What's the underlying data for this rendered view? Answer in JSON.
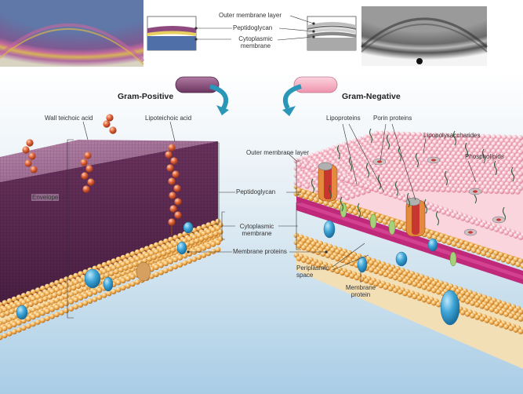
{
  "legend": {
    "outer_membrane_layer": "Outer membrane layer",
    "peptidoglycan": "Peptidoglycan",
    "cytoplasmic_membrane_l1": "Cytoplasmic",
    "cytoplasmic_membrane_l2": "membrane"
  },
  "gram_positive": {
    "title": "Gram-Positive",
    "wall_teichoic_acid": "Wall teichoic acid",
    "lipoteichoic_acid": "Lipoteichoic acid",
    "envelope": "Envelope"
  },
  "gram_negative": {
    "title": "Gram-Negative",
    "lipoproteins": "Lipoproteins",
    "porin_proteins": "Porin proteins",
    "lipopolysaccharides": "Lipopolysaccharides",
    "outer_membrane_layer": "Outer membrane layer",
    "phospholipids": "Phospholipids",
    "periplasmic_space_l1": "Periplasmic",
    "periplasmic_space_l2": "space",
    "membrane_protein_l1": "Membrane",
    "membrane_protein_l2": "protein"
  },
  "center": {
    "peptidoglycan": "Peptidoglycan",
    "cytoplasmic_membrane_l1": "Cytoplasmic",
    "cytoplasmic_membrane_l2": "membrane",
    "membrane_proteins": "Membrane proteins"
  },
  "colors": {
    "gram_positive_capsule": "#8b4f79",
    "gram_negative_capsule": "#f5a7bd",
    "peptidoglycan_wall": "#6e3a62",
    "lipid_head": "#e8a84a",
    "lps_bead": "#f7b8c8",
    "protein_blue": "#3fa6d8",
    "teichoic_bead": "#e06a3c",
    "arrow_teal": "#2a97b8"
  }
}
